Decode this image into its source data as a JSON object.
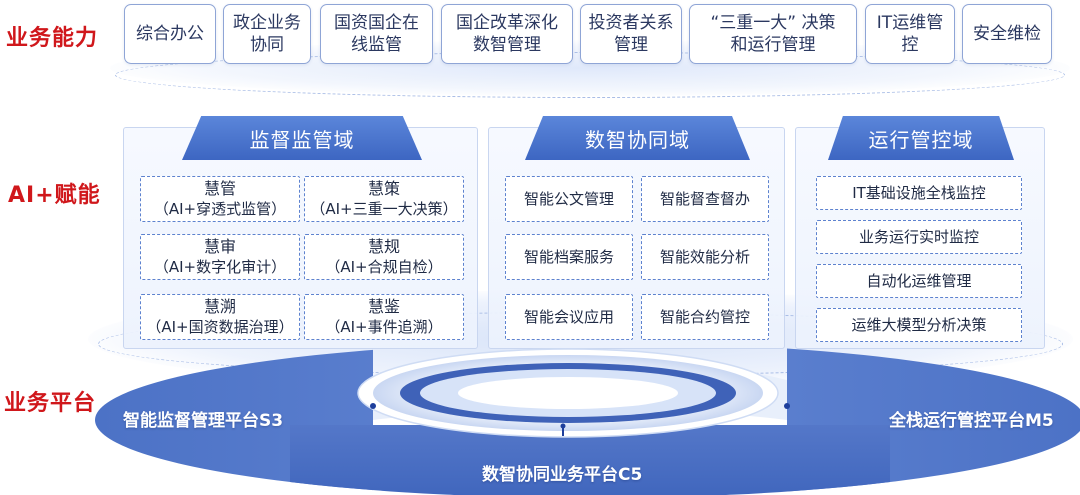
{
  "rows": {
    "capability": "业务能力",
    "ai": "AI+赋能",
    "platform": "业务平台"
  },
  "capabilities": [
    [
      "综合办公"
    ],
    [
      "政企业务",
      "协同"
    ],
    [
      "国资国企在",
      "线监管"
    ],
    [
      "国企改革深化",
      "数智管理"
    ],
    [
      "投资者关系",
      "管理"
    ],
    [
      "“三重一大” 决策",
      "和运行管理"
    ],
    [
      "IT运维管",
      "控"
    ],
    [
      "安全维检"
    ]
  ],
  "domains": {
    "supervision": {
      "title": "监督监管域",
      "cells": [
        [
          "慧管",
          "（AI+穿透式监管）"
        ],
        [
          "慧策",
          "（AI+三重一大决策）"
        ],
        [
          "慧审",
          "（AI+数字化审计）"
        ],
        [
          "慧规",
          "（AI+合规自检）"
        ],
        [
          "慧溯",
          "（AI+国资数据治理）"
        ],
        [
          "慧鉴",
          "（AI+事件追溯）"
        ]
      ]
    },
    "collaboration": {
      "title": "数智协同域",
      "cells": [
        "智能公文管理",
        "智能督查督办",
        "智能档案服务",
        "智能效能分析",
        "智能会议应用",
        "智能合约管控"
      ]
    },
    "operations": {
      "title": "运行管控域",
      "cells": [
        "IT基础设施全栈监控",
        "业务运行实时监控",
        "自动化运维管理",
        "运维大模型分析决策"
      ]
    }
  },
  "platforms": {
    "left": "智能监督管理平台S3",
    "right": "全栈运行管控平台M5",
    "bottom": "数智协同业务平台C5"
  },
  "colors": {
    "label_red": "#d0171b",
    "title_blue": "#3d66c2",
    "platform_blue": "#5277c8"
  }
}
